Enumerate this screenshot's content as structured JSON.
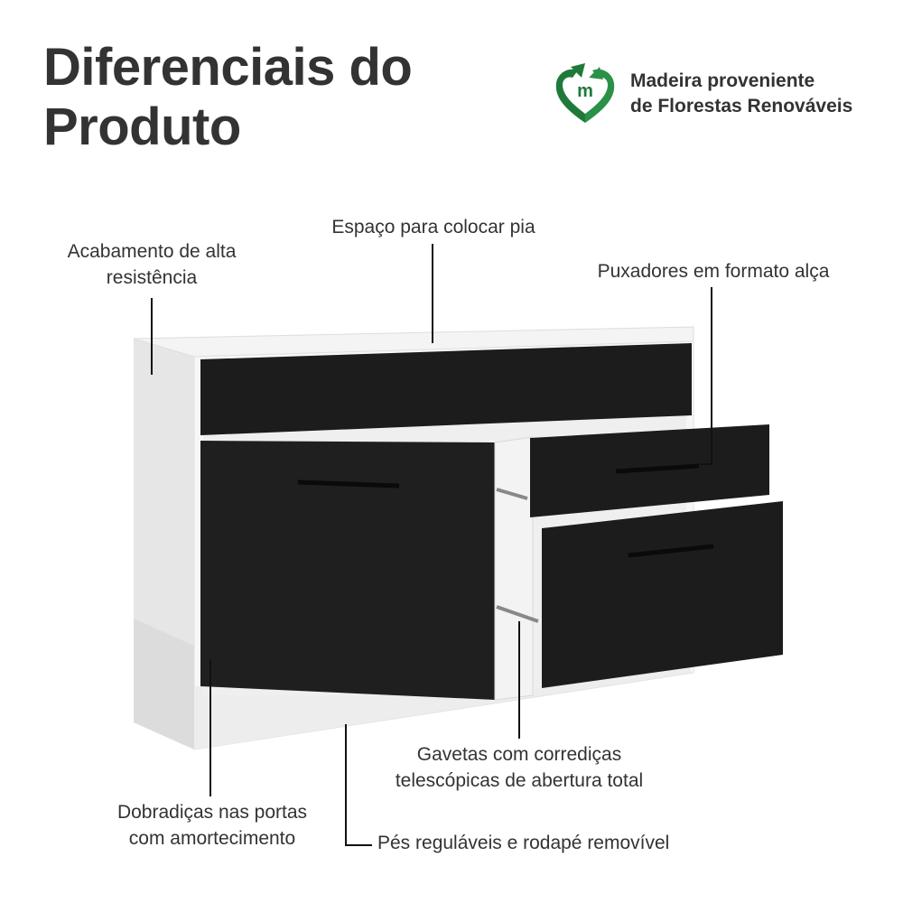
{
  "header": {
    "title_line1": "Diferenciais do",
    "title_line2": "Produto"
  },
  "eco_badge": {
    "logo_letter": "m",
    "line1": "Madeira proveniente",
    "line2": "de Florestas Renováveis",
    "icon": "recycle-heart-icon"
  },
  "features": {
    "acabamento_line1": "Acabamento de alta",
    "acabamento_line2": "resistência",
    "espaco": "Espaço para colocar pia",
    "puxadores": "Puxadores em formato alça",
    "gavetas_line1": "Gavetas com corrediças",
    "gavetas_line2": "telescópicas de abertura total",
    "dobradicas_line1": "Dobradiças nas portas",
    "dobradicas_line2": "com amortecimento",
    "pes": "Pés reguláveis e rodapé removível"
  },
  "colors": {
    "text": "#333333",
    "eco_green": "#1f7a3a",
    "cabinet_black": "#1c1c1c",
    "cabinet_white": "#f2f2f2"
  }
}
